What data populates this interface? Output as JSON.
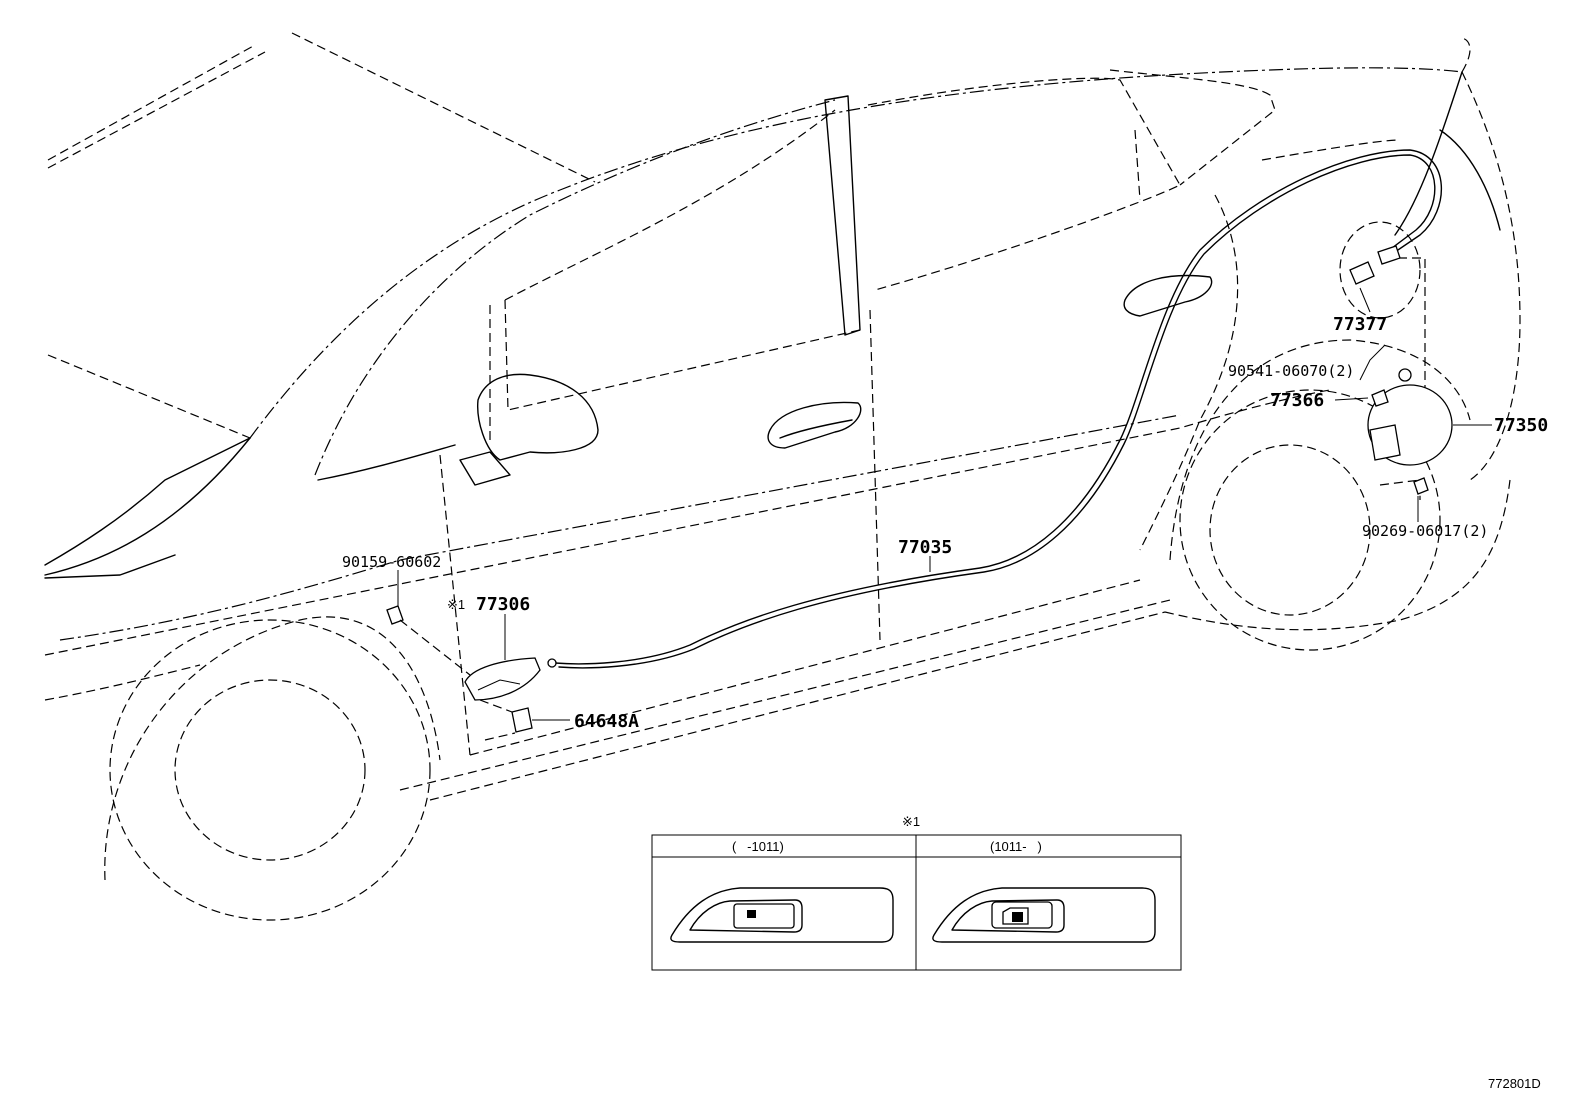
{
  "parts": {
    "p90159": "90159-60602",
    "p77306_mark": "※1",
    "p77306": "77306",
    "p64648": "64648A",
    "p77035": "77035",
    "p77377": "77377",
    "p90541": "90541-06070(2)",
    "p77366": "77366",
    "p77350": "77350",
    "p90269": "90269-06017(2)"
  },
  "inset": {
    "mark": "※1",
    "left_range": "(   -1011)",
    "right_range": "(1011-   )"
  },
  "drawing_id": "772801D"
}
